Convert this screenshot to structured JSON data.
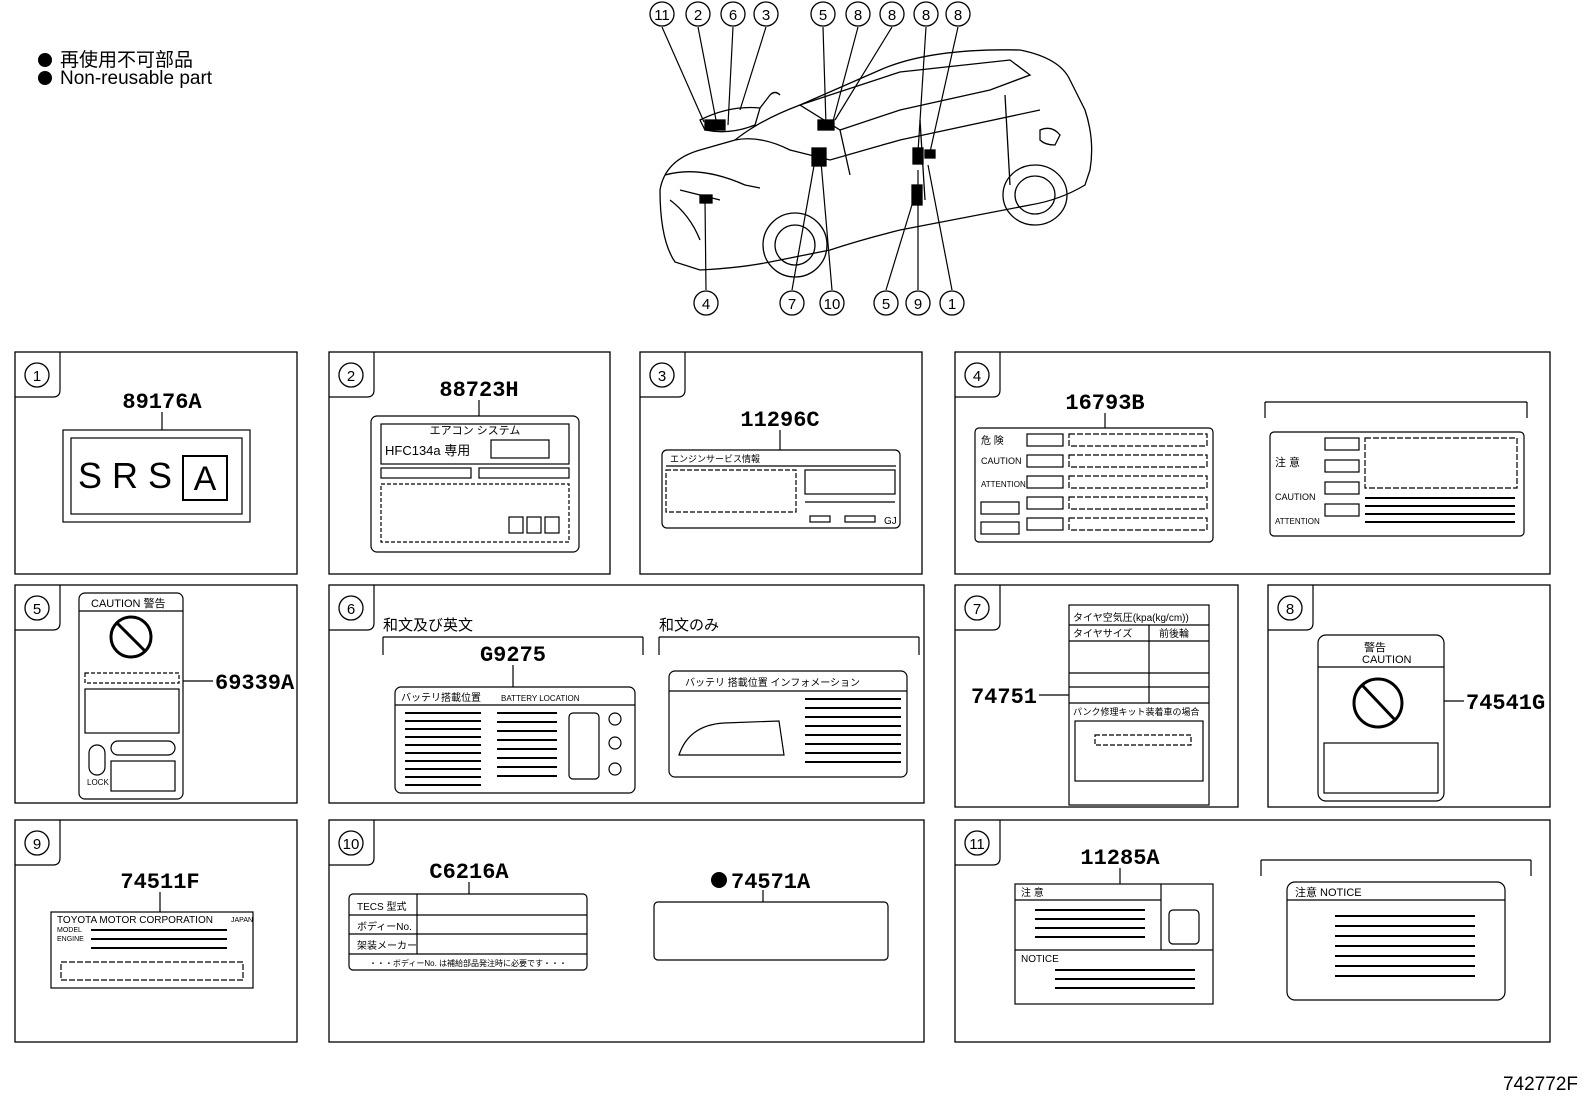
{
  "legend": {
    "jp": "再使用不可部品",
    "en": "Non-reusable part"
  },
  "overview": {
    "callouts_top": [
      "11",
      "2",
      "6",
      "3",
      "5",
      "8",
      "8",
      "8",
      "8"
    ],
    "callouts_bottom": [
      "4",
      "7",
      "10",
      "5",
      "9",
      "1"
    ]
  },
  "panels": [
    {
      "num": "1",
      "parts": [
        "89176A"
      ],
      "label_text": [
        "S R S",
        "A"
      ]
    },
    {
      "num": "2",
      "parts": [
        "88723H"
      ],
      "label_text": [
        "エアコン システム",
        "HFC134a 専用"
      ]
    },
    {
      "num": "3",
      "parts": [
        "11296C"
      ],
      "label_text": [
        "エンジンサービス情報",
        "GJ"
      ]
    },
    {
      "num": "4",
      "parts": [
        "16793B"
      ],
      "label_text": [
        "危 険",
        "CAUTION",
        "ATTENTION",
        "注 意",
        "CAUTION",
        "ATTENTION"
      ]
    },
    {
      "num": "5",
      "parts": [
        "69339A"
      ],
      "label_text": [
        "CAUTION 警告",
        "LOCK"
      ]
    },
    {
      "num": "6",
      "parts": [
        "G9275"
      ],
      "group_labels": [
        "和文及び英文",
        "和文のみ"
      ],
      "label_text": [
        "バッテリ搭載位置",
        "BATTERY LOCATION",
        "バッテリ 搭載位置 インフォメーション"
      ]
    },
    {
      "num": "7",
      "parts": [
        "74751"
      ],
      "label_text": [
        "タイヤ空気圧(kpa(kg/cm))",
        "タイヤサイズ",
        "前後輪",
        "パンク修理キット装着車の場合"
      ]
    },
    {
      "num": "8",
      "parts": [
        "74541G"
      ],
      "label_text": [
        "警告",
        "CAUTION"
      ]
    },
    {
      "num": "9",
      "parts": [
        "74511F"
      ],
      "label_text": [
        "TOYOTA MOTOR CORPORATION",
        "JAPAN",
        "MODEL",
        "ENGINE"
      ]
    },
    {
      "num": "10",
      "parts": [
        "C6216A",
        "74571A"
      ],
      "label_text": [
        "TECS 型式",
        "ボディーNo.",
        "架装メーカー",
        "・・・ボディーNo. は補給部品発注時に必要です・・・"
      ]
    },
    {
      "num": "11",
      "parts": [
        "11285A"
      ],
      "label_text": [
        "注 意",
        "NOTICE",
        "注意 NOTICE"
      ]
    }
  ],
  "footer": {
    "code": "742772F"
  }
}
